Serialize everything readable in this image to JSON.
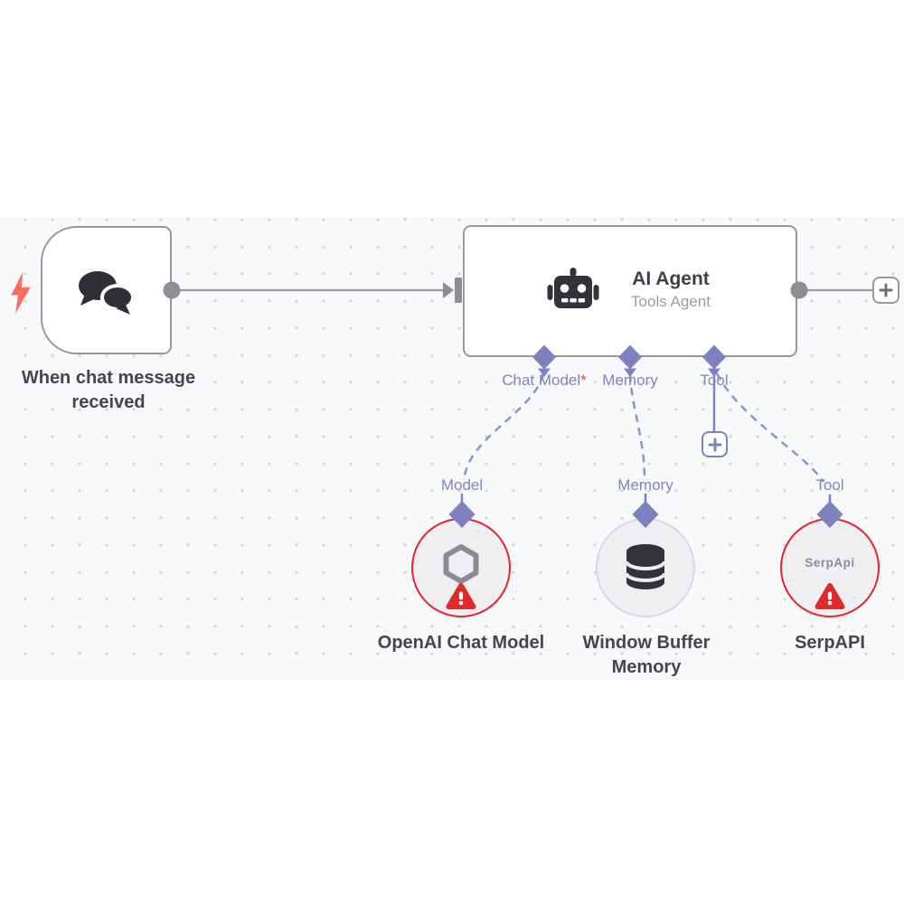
{
  "workflow": {
    "trigger": {
      "name": "When chat message received"
    },
    "agent": {
      "title": "AI Agent",
      "subtitle": "Tools Agent",
      "ports": [
        {
          "label": "Chat Model",
          "required": "*"
        },
        {
          "label": "Memory",
          "required": ""
        },
        {
          "label": "Tool",
          "required": ""
        }
      ]
    },
    "subnodes": [
      {
        "port_label": "Model",
        "name": "OpenAI Chat Model",
        "icon": "openai-logo",
        "status": "error"
      },
      {
        "port_label": "Memory",
        "name": "Window Buffer Memory",
        "icon": "database",
        "status": "ok"
      },
      {
        "port_label": "Tool",
        "name": "SerpAPI",
        "badge_text": "SerpApi",
        "status": "error"
      }
    ]
  },
  "colors": {
    "canvas_background": "#f7f9fb",
    "grid_dot": "#d2d6dc",
    "node_border": "#98979e",
    "connector_gray": "#8d8d95",
    "edge_gray": "#9a9aa0",
    "accent_purple": "#7d81c0",
    "label_purple": "#8184c2",
    "required_red": "#e5484d",
    "error_border_red": "#e8232e",
    "warning_red": "#e02b2b",
    "trigger_bolt": "#ff6d5c",
    "icon_dark": "#32323a",
    "title_text": "#3f3f46",
    "subtitle_text": "#9b9ba3",
    "node_label_text": "#45454c",
    "subnode_fill": "#efeff2"
  }
}
